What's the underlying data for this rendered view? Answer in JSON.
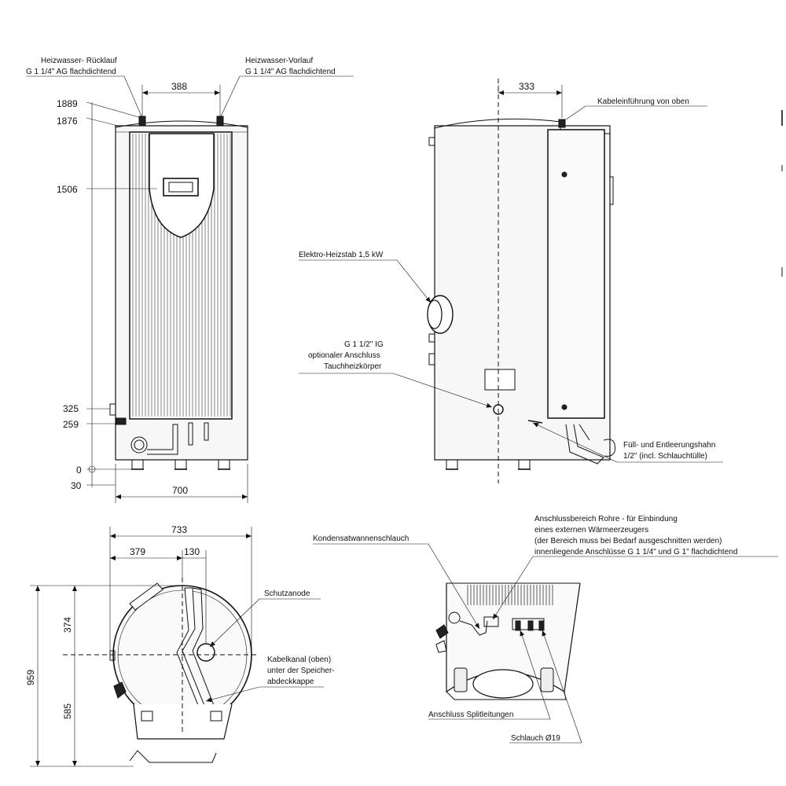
{
  "front_view": {
    "label_return": [
      "Heizwasser- Rücklauf",
      "G 1 1/4\" AG flachdichtend"
    ],
    "label_supply": [
      "Heizwasser-Vorlauf",
      "G 1 1/4\" AG flachdichtend"
    ],
    "dim_top_width": "388",
    "dim_heights": [
      "1889",
      "1876",
      "1506",
      "325",
      "259",
      "0",
      "30"
    ],
    "dim_width": "700"
  },
  "side_view": {
    "dim_top": "333",
    "label_cable_entry": "Kabeleinführung von oben",
    "label_heater": "Elektro-Heizstab 1,5 kW",
    "label_optional": [
      "G 1 1/2\" IG",
      "optionaler Anschluss",
      "Tauchheizkörper"
    ],
    "label_drain": [
      "Füll- und Entleerungshahn",
      "1/2\" (incl. Schlauchtülle)"
    ]
  },
  "top_view": {
    "dim_width": "733",
    "dim_379": "379",
    "dim_130": "130",
    "dim_959": "959",
    "dim_374": "374",
    "dim_585": "585",
    "label_anode": "Schutzanode",
    "label_cable_channel": [
      "Kabelkanal (oben)",
      "unter der Speicher-",
      "abdeckkappe"
    ]
  },
  "detail_view": {
    "label_condensate": "Kondensatwannenschlauch",
    "label_connection_area": [
      "Anschlussbereich Rohre - für Einbindung",
      "eines externen Wärmeerzeugers",
      "(der Bereich muss bei Bedarf ausgeschnitten werden)",
      "innenliegende Anschlüsse G 1 1/4\" und G 1\" flachdichtend"
    ],
    "label_split": "Anschluss Splitleitungen",
    "label_hose": "Schlauch Ø19"
  }
}
